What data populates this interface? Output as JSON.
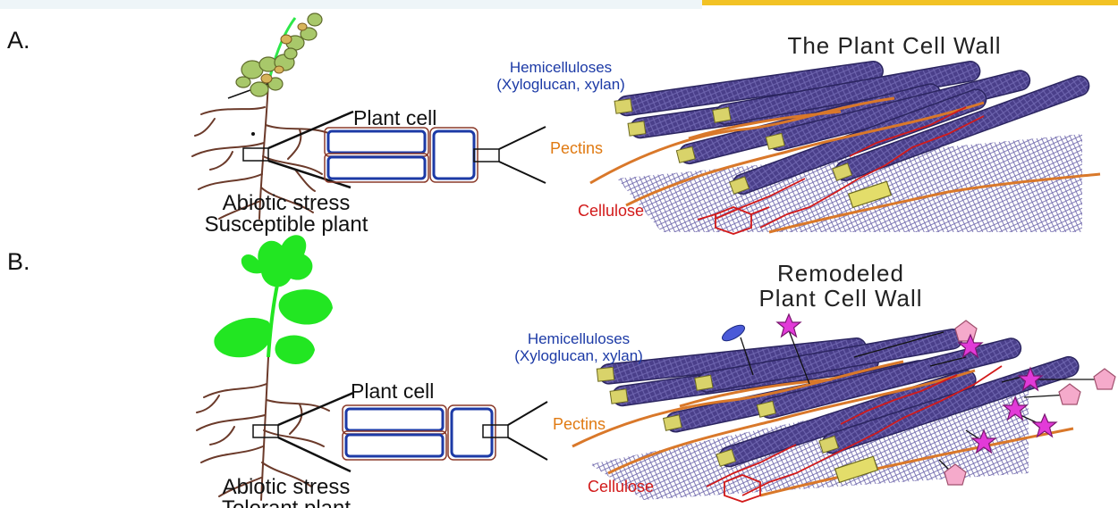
{
  "panel_a": {
    "letter": "A.",
    "title": "The Plant Cell Wall",
    "hemicelluloses_line1": "Hemicelluloses",
    "hemicelluloses_line2": "(Xyloglucan, xylan)",
    "pectins": "Pectins",
    "cellulose": "Cellulose",
    "plant_cell": "Plant cell",
    "caption_line1": "Abiotic stress",
    "caption_line2": "Susceptible plant"
  },
  "panel_b": {
    "letter": "B.",
    "title_line1": "Remodeled",
    "title_line2": "Plant Cell Wall",
    "hemicelluloses_line1": "Hemicelluloses",
    "hemicelluloses_line2": "(Xyloglucan, xylan)",
    "pectins": "Pectins",
    "cellulose": "Cellulose",
    "plant_cell": "Plant cell",
    "caption_line1": "Abiotic stress",
    "caption_line2": "Tolerant plant"
  },
  "colors": {
    "background": "#ffffff",
    "header_bar": "#f2c225",
    "hemicellulose_label": "#1c3aa6",
    "pectin_label": "#e07a12",
    "cellulose_label": "#d21a1a",
    "microfibril": "#3d3277",
    "pectin_strand": "#d9782a",
    "healthy_leaf": "#22e622",
    "stressed_leaf": "#a8c86a",
    "root": "#6b3a2a",
    "modification_star": "#e23ad8",
    "modification_pentagon": "#f5aacb",
    "modification_oval": "#4a5ad8"
  }
}
